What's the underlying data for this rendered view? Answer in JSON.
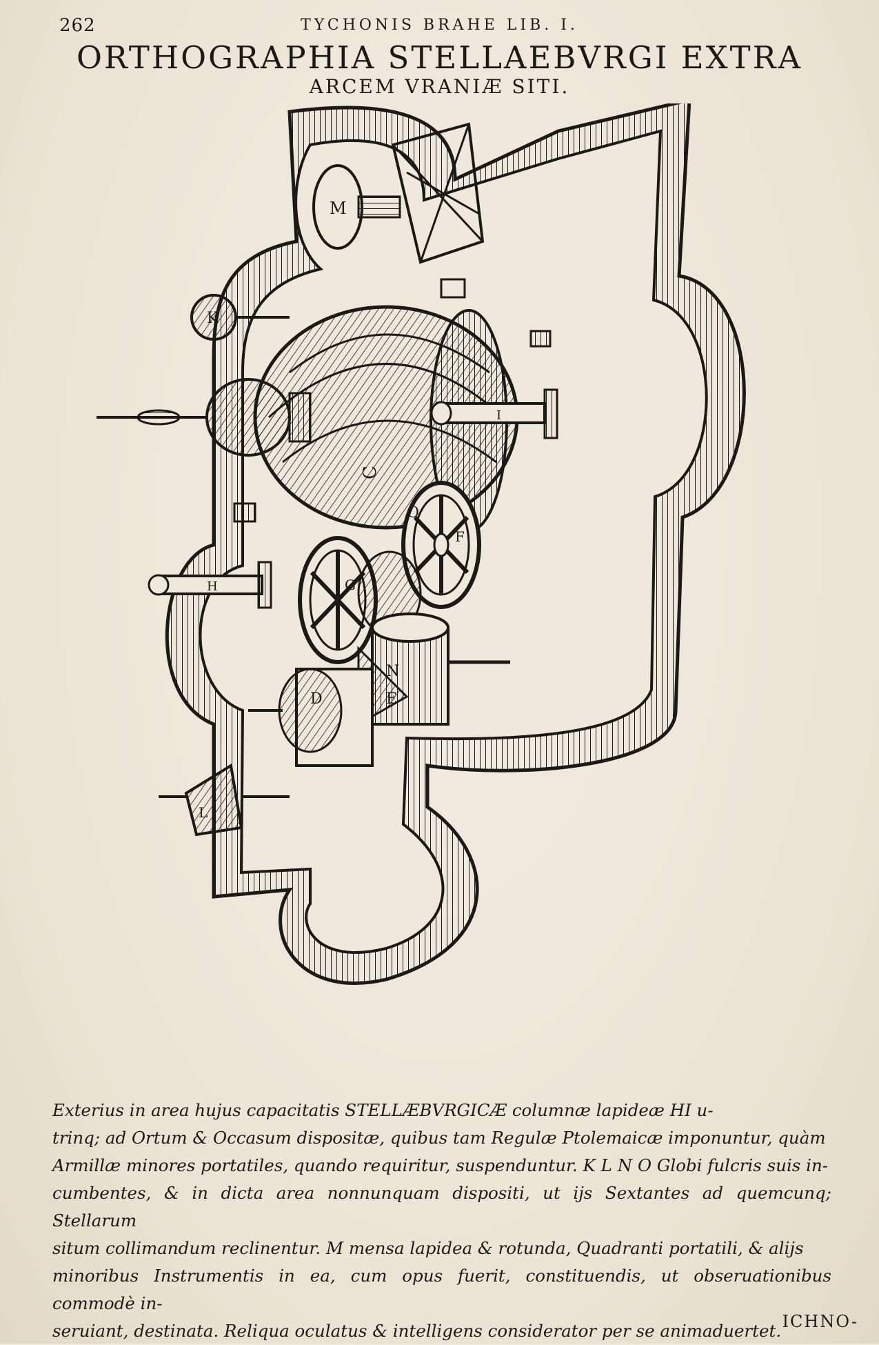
{
  "running_head": {
    "page_number": "262",
    "title": "TYCHONIS BRAHE LIB. I."
  },
  "title": "ORTHOGRAPHIA STELLAEBVRGI EXTRA",
  "subtitle": "ARCEM VRANIÆ SITI.",
  "figure_labels": {
    "M": "M",
    "K": "K",
    "C": "C",
    "H": "H",
    "I": "I",
    "F": "F",
    "G": "G",
    "N": "N",
    "E": "E",
    "D": "D",
    "L": "L",
    "O": "O"
  },
  "caption_lines": [
    "Exterius in area hujus capacitatis STELLÆBVRGICÆ columnæ lapideæ HI u-",
    "trinq; ad Ortum & Occasum dispositæ, quibus tam Regulæ Ptolemaicæ imponuntur, quàm",
    "Armillæ minores portatiles, quando requiritur, suspenduntur. K L N O Globi fulcris suis in-",
    "cumbentes, & in dicta area nonnunquam dispositi, ut ijs Sextantes ad quemcunq; Stellarum",
    "situm collimandum reclinentur. M mensa lapidea & rotunda, Quadranti portatili, & alijs",
    "minoribus Instrumentis in ea, cum opus fuerit, constituendis, ut obseruationibus commodè in-",
    "seruiant, destinata. Reliqua oculatus & intelligens considerator per se animaduertet."
  ],
  "catchword": "ICHNO-",
  "colors": {
    "ink": "#1c1a17",
    "paper": "#efe9dc"
  }
}
